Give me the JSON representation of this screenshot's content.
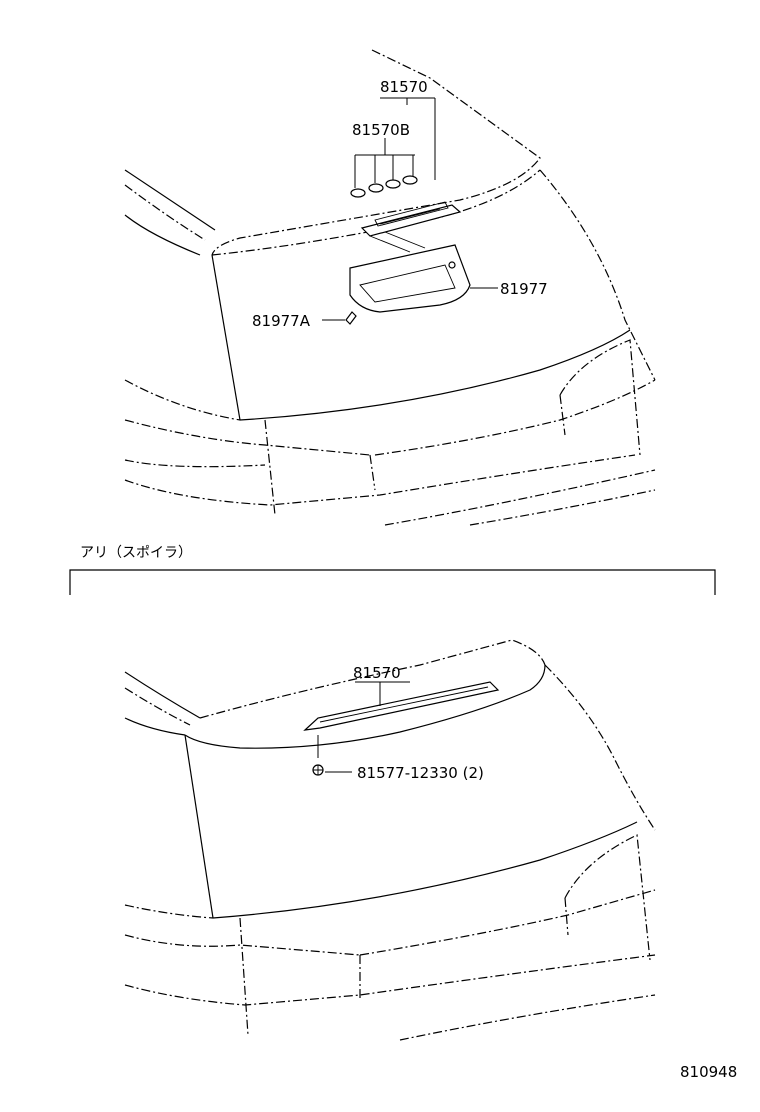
{
  "top_view": {
    "labels": {
      "lamp_assy": "81570",
      "bulb_socket": "81570B",
      "license_lamp": "81977",
      "bulb": "81977A"
    }
  },
  "section": {
    "title": "アリ（スポイラ）"
  },
  "bottom_view": {
    "labels": {
      "lamp_assy": "81570",
      "screw": "81577-12330 (2)"
    }
  },
  "footer": {
    "ref_code": "810948"
  }
}
